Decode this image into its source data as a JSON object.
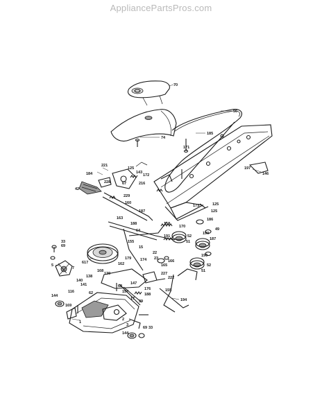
{
  "watermark": "AppliancePartsPros.com",
  "callouts": [
    {
      "id": "c70",
      "text": "70"
    },
    {
      "id": "c56",
      "text": "56"
    },
    {
      "id": "c74",
      "text": "74"
    },
    {
      "id": "c185",
      "text": "185"
    },
    {
      "id": "c171",
      "text": "171"
    },
    {
      "id": "c221",
      "text": "221"
    },
    {
      "id": "c184",
      "text": "184"
    },
    {
      "id": "c125a",
      "text": "125"
    },
    {
      "id": "c143",
      "text": "143"
    },
    {
      "id": "c172",
      "text": "172"
    },
    {
      "id": "c228",
      "text": "228"
    },
    {
      "id": "c67",
      "text": "67"
    },
    {
      "id": "c216",
      "text": "216"
    },
    {
      "id": "c229",
      "text": "229"
    },
    {
      "id": "c42",
      "text": "42"
    },
    {
      "id": "c160",
      "text": "160"
    },
    {
      "id": "c187a",
      "text": "187"
    },
    {
      "id": "c173",
      "text": "173"
    },
    {
      "id": "c125b",
      "text": "125"
    },
    {
      "id": "c125c",
      "text": "125"
    },
    {
      "id": "c186",
      "text": "186"
    },
    {
      "id": "c197",
      "text": "197"
    },
    {
      "id": "c146",
      "text": "146"
    },
    {
      "id": "c163",
      "text": "163"
    },
    {
      "id": "c188",
      "text": "188"
    },
    {
      "id": "c64",
      "text": "64"
    },
    {
      "id": "c158",
      "text": "158"
    },
    {
      "id": "c170",
      "text": "170"
    },
    {
      "id": "c49",
      "text": "49"
    },
    {
      "id": "c191",
      "text": "191"
    },
    {
      "id": "c52a",
      "text": "52"
    },
    {
      "id": "c51a",
      "text": "51"
    },
    {
      "id": "c190a",
      "text": "190"
    },
    {
      "id": "c187b",
      "text": "187"
    },
    {
      "id": "c190b",
      "text": "190"
    },
    {
      "id": "c52b",
      "text": "52"
    },
    {
      "id": "c51b",
      "text": "51"
    },
    {
      "id": "c155",
      "text": "155"
    },
    {
      "id": "c15",
      "text": "15"
    },
    {
      "id": "c22",
      "text": "22"
    },
    {
      "id": "c23",
      "text": "23"
    },
    {
      "id": "c165",
      "text": "165"
    },
    {
      "id": "c166",
      "text": "166"
    },
    {
      "id": "c33a",
      "text": "33"
    },
    {
      "id": "c69a",
      "text": "69"
    },
    {
      "id": "c5",
      "text": "5"
    },
    {
      "id": "c7",
      "text": "7"
    },
    {
      "id": "c617",
      "text": "617"
    },
    {
      "id": "c179",
      "text": "179"
    },
    {
      "id": "c174",
      "text": "174"
    },
    {
      "id": "c162",
      "text": "162"
    },
    {
      "id": "c168",
      "text": "168"
    },
    {
      "id": "c139",
      "text": "139"
    },
    {
      "id": "c138",
      "text": "138"
    },
    {
      "id": "c140",
      "text": "140"
    },
    {
      "id": "c141",
      "text": "141"
    },
    {
      "id": "c147",
      "text": "147"
    },
    {
      "id": "c227",
      "text": "227"
    },
    {
      "id": "c222",
      "text": "222"
    },
    {
      "id": "c62",
      "text": "62"
    },
    {
      "id": "c68",
      "text": "68"
    },
    {
      "id": "c157",
      "text": "157"
    },
    {
      "id": "c116",
      "text": "116"
    },
    {
      "id": "c144a",
      "text": "144"
    },
    {
      "id": "c169",
      "text": "169"
    },
    {
      "id": "c176",
      "text": "176"
    },
    {
      "id": "c39",
      "text": "39"
    },
    {
      "id": "c188b",
      "text": "188"
    },
    {
      "id": "c17",
      "text": "17"
    },
    {
      "id": "c155b",
      "text": "155"
    },
    {
      "id": "c194",
      "text": "194"
    },
    {
      "id": "c1",
      "text": "1"
    },
    {
      "id": "c2",
      "text": "2"
    },
    {
      "id": "c3",
      "text": "3"
    },
    {
      "id": "c144b",
      "text": "144"
    },
    {
      "id": "c69b",
      "text": "69"
    },
    {
      "id": "c33b",
      "text": "33"
    }
  ]
}
